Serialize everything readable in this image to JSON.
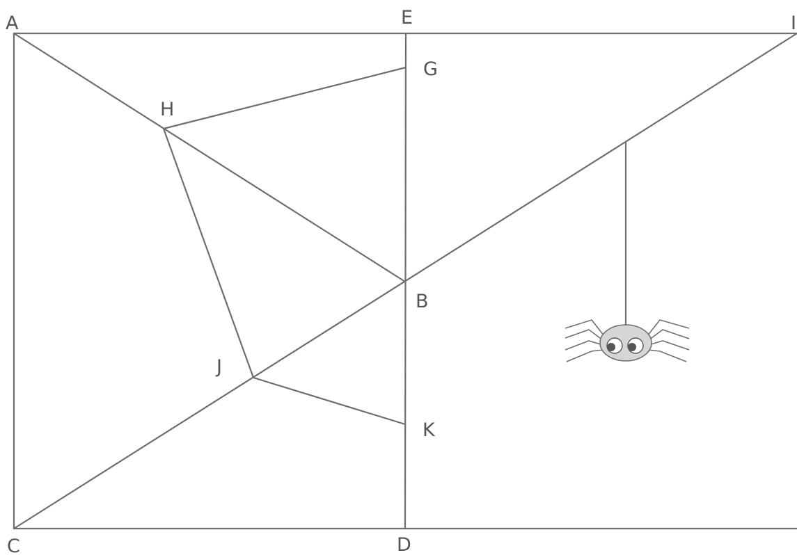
{
  "points": {
    "A": "A",
    "E": "E",
    "I": "I",
    "G": "G",
    "H": "H",
    "B": "B",
    "J": "J",
    "K": "K",
    "C": "C",
    "D": "D"
  },
  "edges": [
    [
      "A",
      "I"
    ],
    [
      "A",
      "C"
    ],
    [
      "C",
      "D"
    ],
    [
      "E",
      "D"
    ],
    [
      "A",
      "B"
    ],
    [
      "C",
      "I"
    ],
    [
      "H",
      "G"
    ],
    [
      "H",
      "J"
    ],
    [
      "J",
      "K"
    ]
  ],
  "icons": {
    "spider": "spider-icon"
  },
  "colors": {
    "line": "#6e6e6e",
    "label": "#555555",
    "spider_body": "#d6d6d6"
  }
}
